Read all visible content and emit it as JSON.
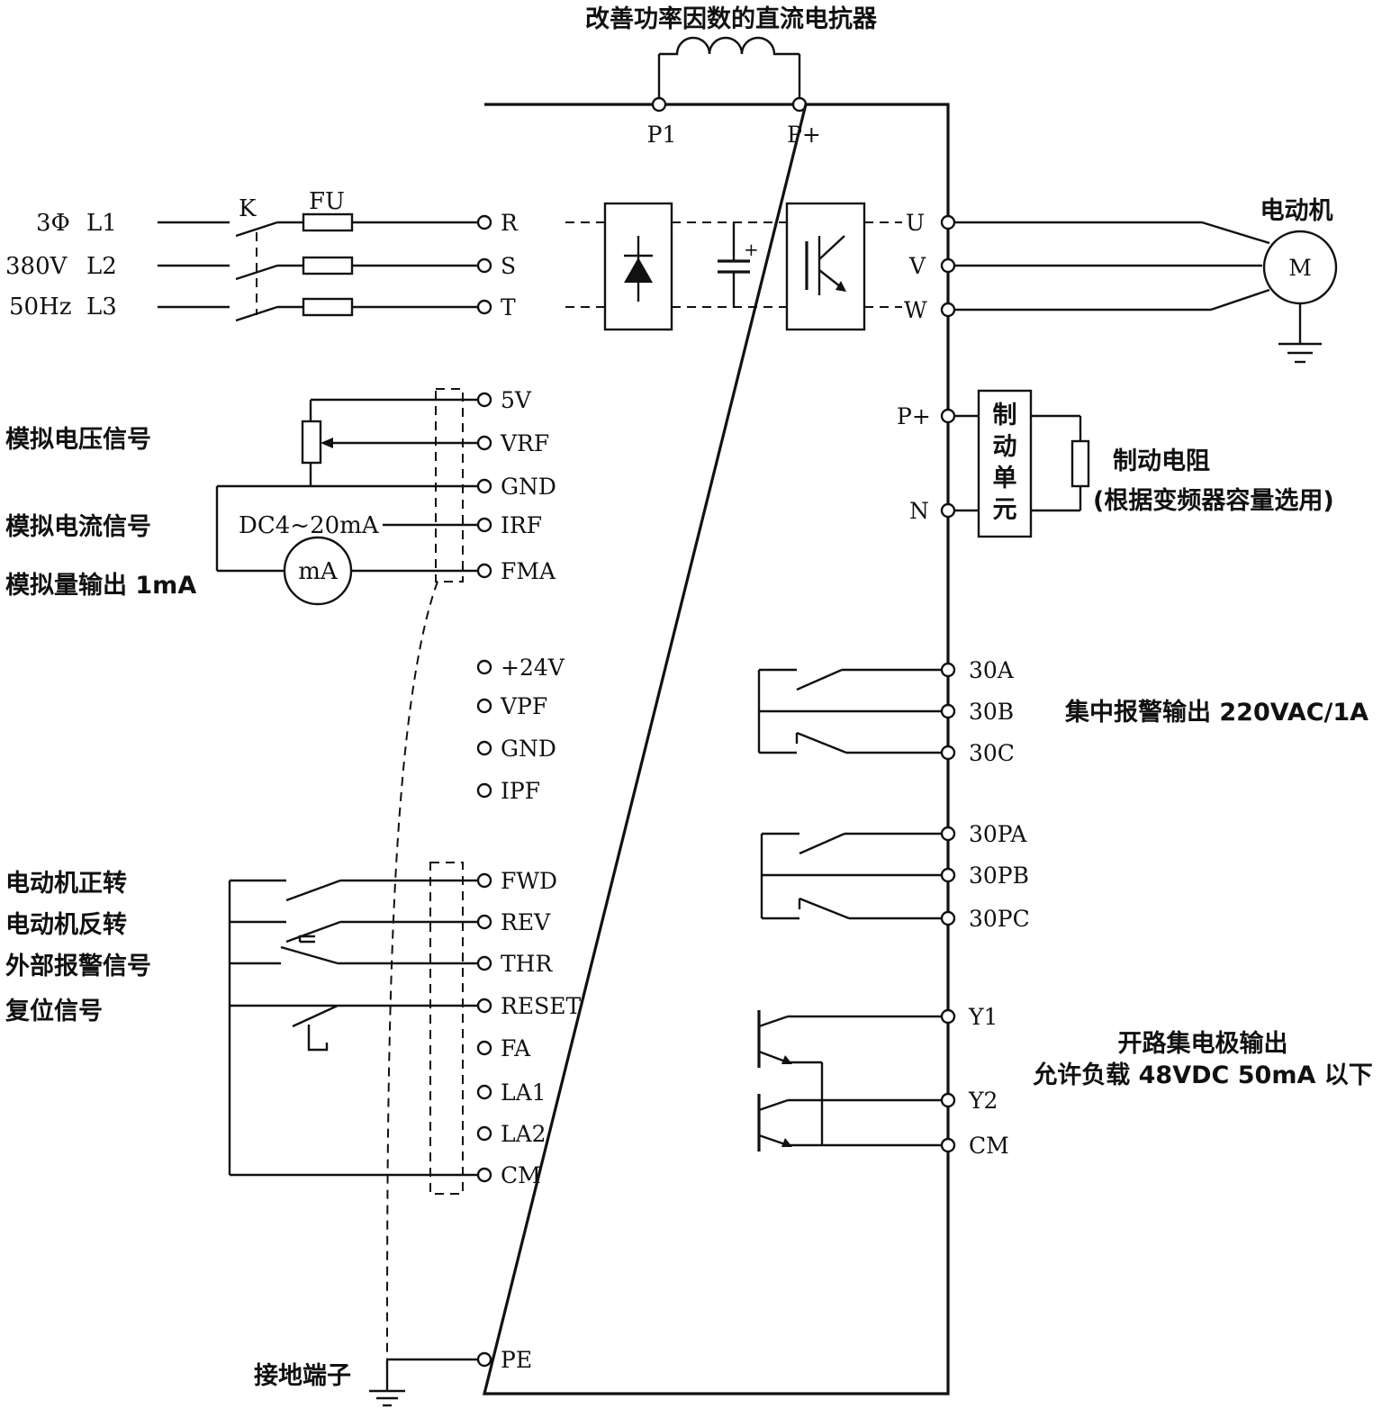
{
  "title": "改善功率因数的直流电抗器",
  "top_terminals": [
    "P1",
    "P+"
  ],
  "supply": {
    "phase_label": "3Φ",
    "voltage": "380V",
    "frequency": "50Hz",
    "lines": [
      "L1",
      "L2",
      "L3"
    ],
    "switch": "K",
    "fuse": "FU"
  },
  "input_terminals": [
    "R",
    "S",
    "T"
  ],
  "output_terminals": [
    "U",
    "V",
    "W"
  ],
  "motor": {
    "label": "电动机",
    "symbol": "M"
  },
  "left_terminals_analog": [
    "5V",
    "VRF",
    "GND",
    "IRF",
    "FMA"
  ],
  "left_terminals_mid": [
    "+24V",
    "VPF",
    "GND",
    "IPF"
  ],
  "left_terminals_digital": [
    "FWD",
    "REV",
    "THR",
    "RESET",
    "FA",
    "LA1",
    "LA2",
    "CM"
  ],
  "pe_terminal": "PE",
  "left_labels": {
    "analog_voltage": "模拟电压信号",
    "analog_current": "模拟电流信号",
    "dc_range": "DC4~20mA",
    "analog_output": "模拟量输出 1mA",
    "meter": "mA",
    "fwd": "电动机正转",
    "rev": "电动机反转",
    "ext_alarm": "外部报警信号",
    "reset": "复位信号",
    "ground": "接地端子"
  },
  "brake": {
    "terminals": [
      "P+",
      "N"
    ],
    "unit_chars": [
      "制",
      "动",
      "单",
      "元"
    ],
    "resistor_label": "制动电阻",
    "resistor_note": "(根据变频器容量选用)"
  },
  "relay_terminals_30": [
    "30A",
    "30B",
    "30C"
  ],
  "relay_terminals_30p": [
    "30PA",
    "30PB",
    "30PC"
  ],
  "relay_note": "集中报警输出 220VAC/1A",
  "oc_terminals": [
    "Y1",
    "Y2",
    "CM"
  ],
  "oc_note_1": "开路集电极输出",
  "oc_note_2": "允许负载 48VDC 50mA 以下"
}
